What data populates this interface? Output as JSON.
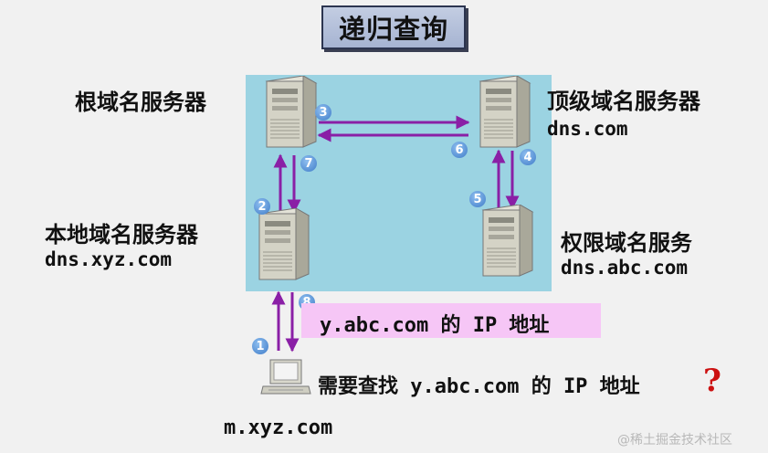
{
  "title": "递归查询",
  "nodes": {
    "root_server": {
      "name": "根域名服务器"
    },
    "tld_server": {
      "name": "顶级域名服务器",
      "domain": "dns.com"
    },
    "local_server": {
      "name": "本地域名服务器",
      "domain": "dns.xyz.com"
    },
    "auth_server": {
      "name": "权限域名服务",
      "domain": "dns.abc.com"
    },
    "client": {
      "name": "m.xyz.com"
    }
  },
  "steps": [
    "1",
    "2",
    "3",
    "4",
    "5",
    "6",
    "7",
    "8"
  ],
  "response_label": "y.abc.com 的 IP 地址",
  "query_label": "需要查找 y.abc.com 的 IP 地址",
  "question_mark": "?",
  "watermark": "@稀土掘金技术社区",
  "colors": {
    "panel": "#9bd3e2",
    "arrow": "#8a1fa6",
    "badge": "#4f8fd9",
    "response_box": "#f6c6f6",
    "question_mark": "#cc1111"
  }
}
